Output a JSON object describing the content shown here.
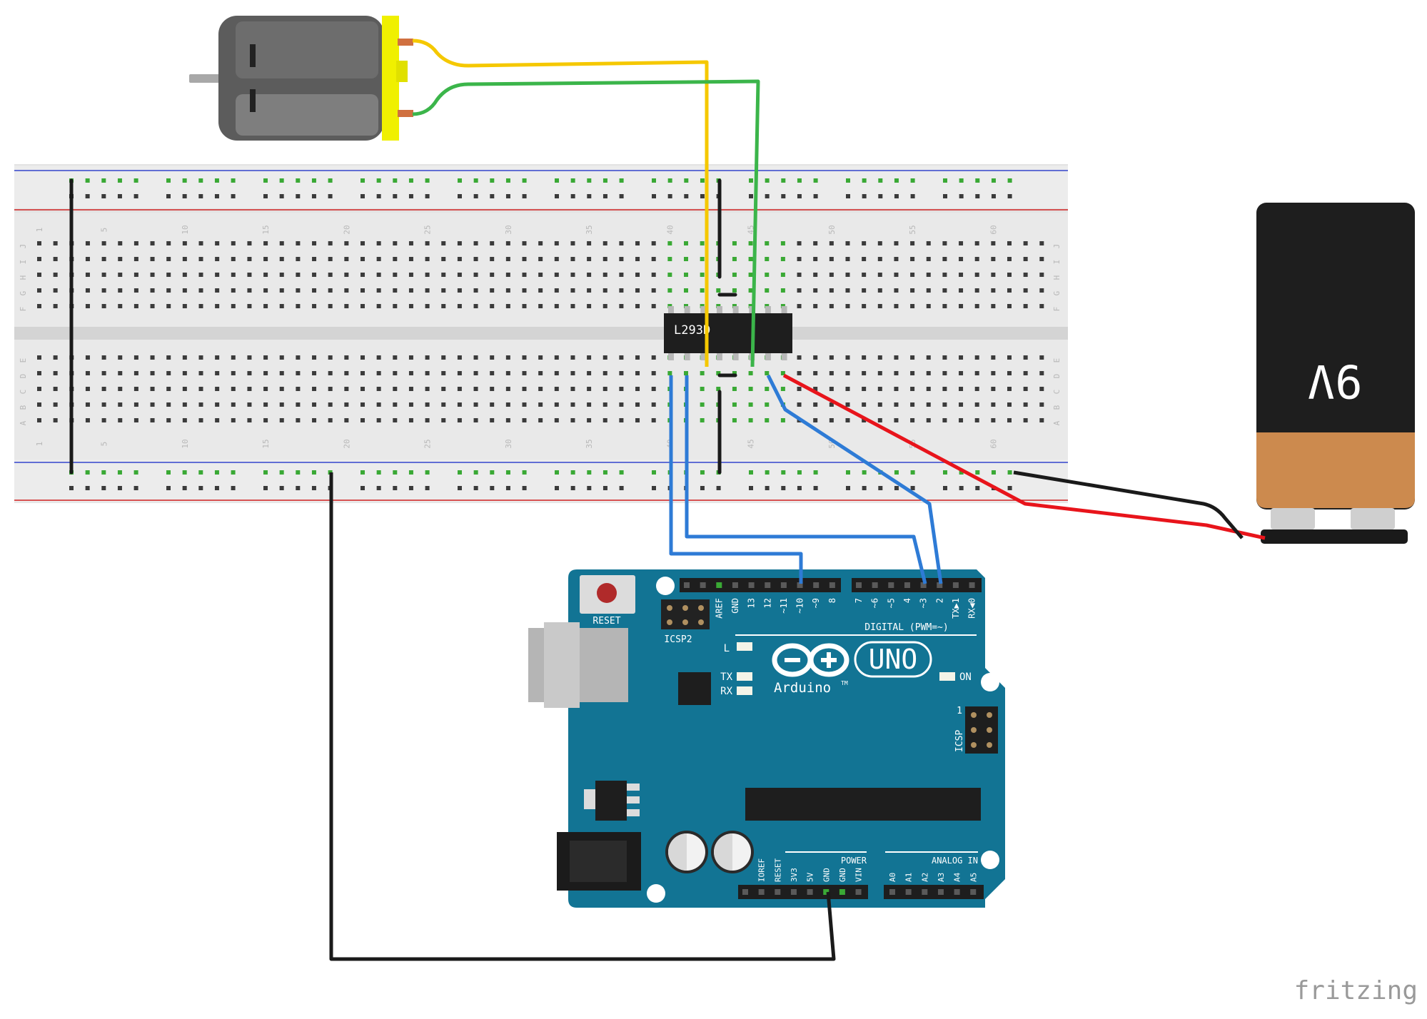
{
  "breadboard": {
    "column_numbers": [
      "1",
      "5",
      "10",
      "15",
      "20",
      "25",
      "30",
      "35",
      "40",
      "45",
      "50",
      "55",
      "60"
    ],
    "row_letters_top": [
      "J",
      "I",
      "H",
      "G",
      "F"
    ],
    "row_letters_bottom": [
      "E",
      "D",
      "C",
      "B",
      "A"
    ]
  },
  "ic": {
    "label": "L293D"
  },
  "battery": {
    "label": "9V"
  },
  "arduino": {
    "reset_label": "RESET",
    "icsp2_label": "ICSP2",
    "icsp_label": "ICSP",
    "icsp_pin1": "1",
    "digital_label": "DIGITAL (PWM=~)",
    "digital_pins": [
      "AREF",
      "GND",
      "13",
      "12",
      "~11",
      "~10",
      "~9",
      "8",
      "7",
      "~6",
      "~5",
      "4",
      "~3",
      "2",
      "TX▶1",
      "RX◀0"
    ],
    "led_l": "L",
    "led_tx": "TX",
    "led_rx": "RX",
    "led_on": "ON",
    "brand": "Arduino",
    "trademark": "TM",
    "model": "UNO",
    "power_label": "POWER",
    "analog_label": "ANALOG IN",
    "power_pins": [
      "IOREF",
      "RESET",
      "3V3",
      "5V",
      "GND",
      "GND",
      "VIN"
    ],
    "analog_pins": [
      "A0",
      "A1",
      "A2",
      "A3",
      "A4",
      "A5"
    ]
  },
  "watermark": "fritzing",
  "colors": {
    "wire_yellow": "#f5c800",
    "wire_green": "#3bb54a",
    "wire_blue": "#2e7bd6",
    "wire_red": "#e8141b",
    "wire_black": "#1a1a1a",
    "board_teal": "#127494",
    "breadboard": "#e6e6e6"
  }
}
